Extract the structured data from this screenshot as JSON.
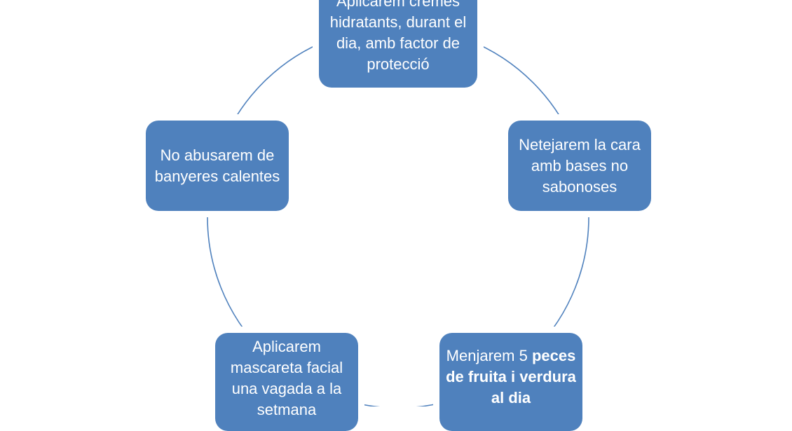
{
  "colors": {
    "box": "#4f81bd",
    "line": "#4f81bd",
    "text": "#ffffff"
  },
  "cycle": {
    "top": "Aplicarem cremes hidratants, durant el dia, amb factor de protecció",
    "right": "Netejarem la cara amb bases no sabonoses",
    "bottom_right": {
      "normal": "Menjarem 5 ",
      "bold": "peces de fruita i verdura al dia"
    },
    "bottom_left": "Aplicarem mascareta facial una vagada a la setmana",
    "left": "No abusarem de banyeres calentes"
  }
}
